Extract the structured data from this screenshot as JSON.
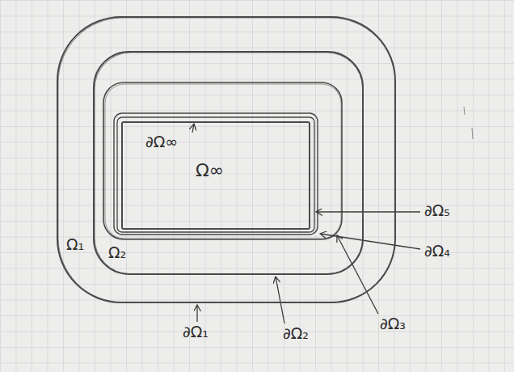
{
  "diagram": {
    "nodes": [
      {
        "text": [
          "Ω₁"
        ]
      },
      {
        "text": [
          "Ω₂"
        ],
        "in": 0
      },
      {
        "text": [
          "Ω∞"
        ],
        "in": 1
      }
    ],
    "labels": [
      "∂Ω∞",
      "∂Ω₅",
      "∂Ω₄",
      "∂Ω₃",
      "∂Ω₁",
      "∂Ω₂"
    ]
  }
}
